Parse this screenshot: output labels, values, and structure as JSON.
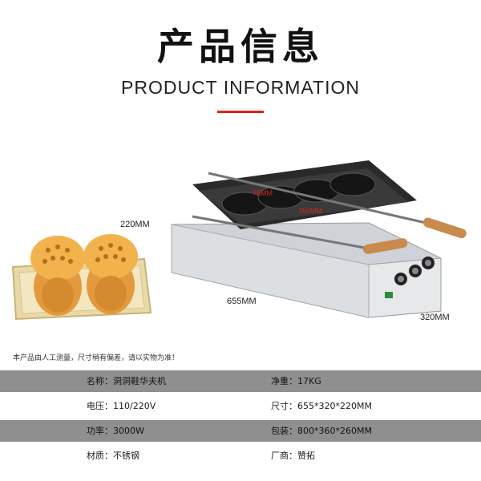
{
  "header": {
    "title_cn": "产品信息",
    "title_en": "PRODUCT INFORMATION"
  },
  "dimensions": {
    "height": "220MM",
    "length": "655MM",
    "depth": "320MM",
    "mold_width": "75MM",
    "mold_length": "160MM"
  },
  "note": "本产品由人工测量，尺寸稍有偏差，请以实物为准！",
  "specs": [
    {
      "left": "名称：洞洞鞋华夫机",
      "right": "净重：17KG"
    },
    {
      "left": "电压：110/220V",
      "right": "尺寸：655*320*220MM"
    },
    {
      "left": "功率：3000W",
      "right": "包装：800*360*260MM"
    },
    {
      "left": "材质：不锈钢",
      "right": "厂商：赞拓"
    }
  ],
  "colors": {
    "accent": "#d9241c",
    "row_dark": "#8f8f8f"
  }
}
